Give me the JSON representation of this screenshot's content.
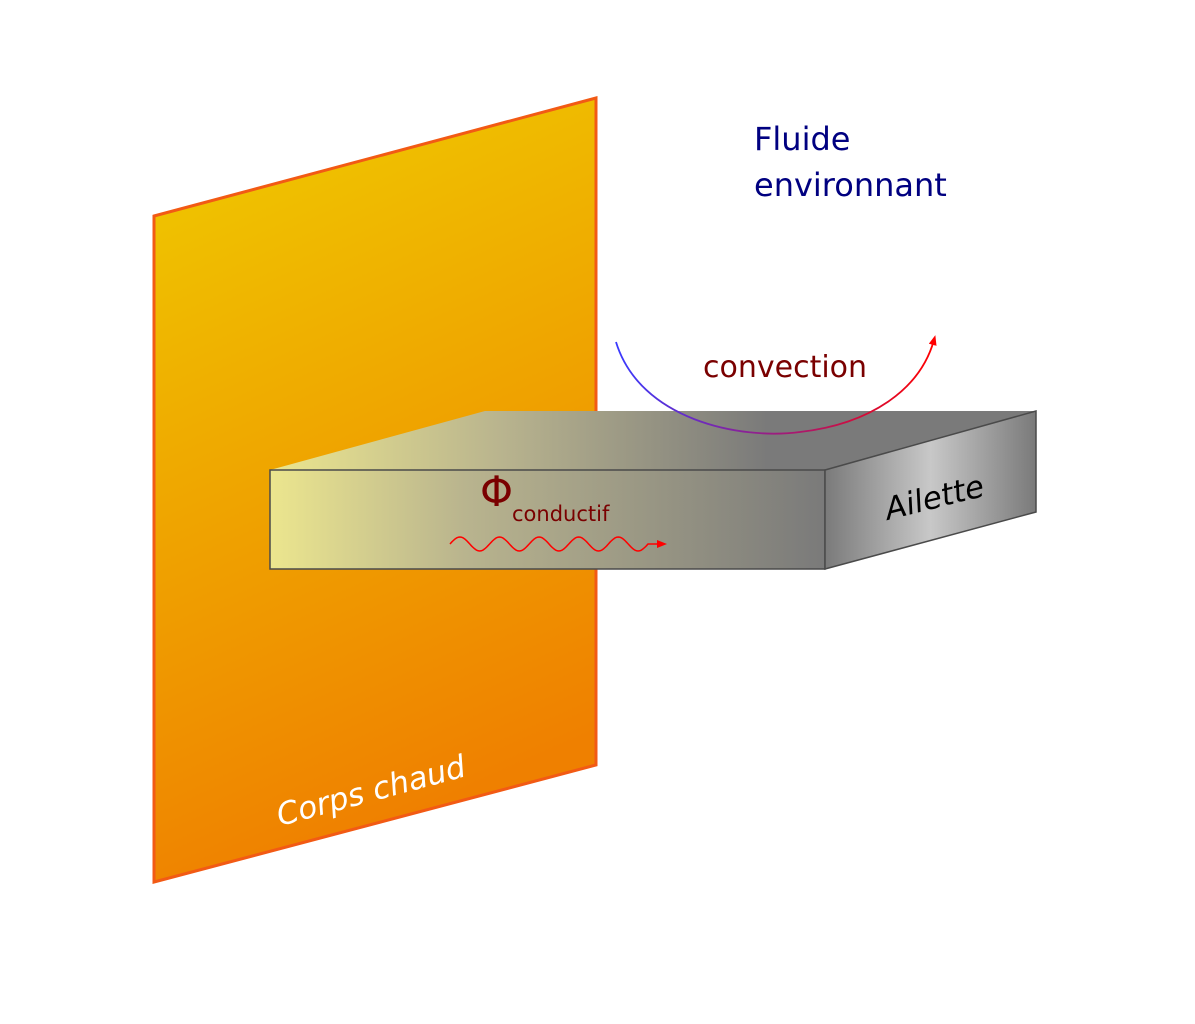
{
  "labels": {
    "fluid_line1": "Fluide",
    "fluid_line2": "environnant",
    "convection": "convection",
    "phi_symbol": "Φ",
    "phi_subscript": "conductif",
    "fin": "Ailette",
    "hot_body": "Corps chaud"
  },
  "colors": {
    "plate_top": "#efcc00",
    "plate_bottom": "#ef8000",
    "plate_border": "#f25a14",
    "fin_warm": "#ece68e",
    "fin_mid": "#b9b48e",
    "fin_dark": "#7a7a7a",
    "fin_light": "#c8c8c8",
    "fin_edge": "#4a4a4a",
    "fluid_text": "#000080",
    "convection_text": "#7a0000",
    "phi_text": "#7a0000",
    "arrow_red": "#ff0000",
    "arrow_blue": "#3a3aff",
    "label_light": "#ffffff",
    "label_dark": "#000000"
  },
  "icons": {
    "convection_arrow": "curved-arrow-icon",
    "conduction_arrow": "wavy-arrow-icon"
  }
}
